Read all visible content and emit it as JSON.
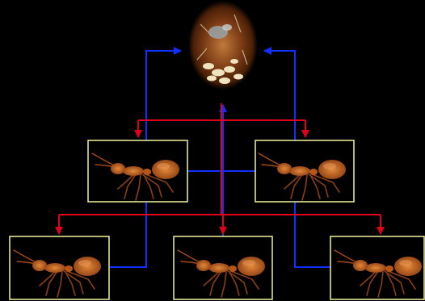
{
  "diagram": {
    "background": "#000000",
    "colors": {
      "blue_connector": "#1030ff",
      "red_connector": "#e0001a",
      "frame_border": "#f3f29a",
      "ant_body": "#b5571b",
      "ant_highlight": "#e2893a",
      "nest_soil": "#7a3a14"
    },
    "central_node": {
      "name": "nest",
      "icon": "ant-nest-with-larvae-image"
    },
    "ant_nodes": [
      {
        "name": "ant-middle-left",
        "icon": "ant-image"
      },
      {
        "name": "ant-middle-right",
        "icon": "ant-image"
      },
      {
        "name": "ant-bottom-left",
        "icon": "ant-image"
      },
      {
        "name": "ant-bottom-center",
        "icon": "ant-image"
      },
      {
        "name": "ant-bottom-right",
        "icon": "ant-image"
      }
    ],
    "connectors": {
      "blue": "ants-to-nest",
      "red": "nest-to-ants"
    }
  }
}
